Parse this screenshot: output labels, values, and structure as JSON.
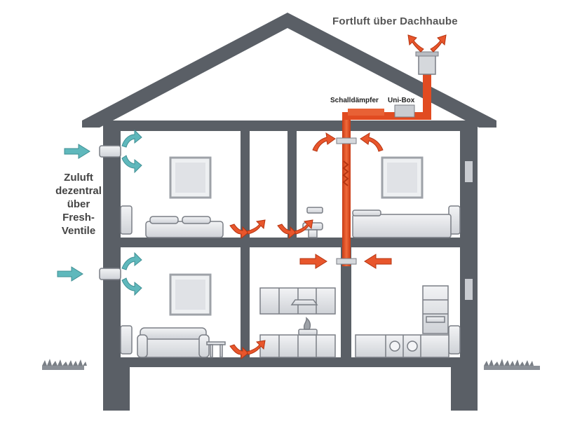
{
  "labels": {
    "exhaust": "Fortluft über Dachhaube",
    "supply_lines": [
      "Zuluft",
      "dezentral",
      "über",
      "Fresh-",
      "Ventile"
    ],
    "silencer": "Schalldämpfer",
    "unibox": "Uni-Box"
  },
  "colors": {
    "wall": "#5a5f66",
    "duct": "#e14b21",
    "arrow_exhaust": "#e8562c",
    "arrow_supply": "#5fb8bc",
    "furniture": "#e2e4e8",
    "furniture_stroke": "#7a7e85",
    "background": "#ffffff"
  },
  "icons": [
    "supply-arrow-icon",
    "exhaust-arrow-icon",
    "fresh-valve-icon",
    "radiator-icon",
    "window-icon",
    "grass-icon"
  ]
}
